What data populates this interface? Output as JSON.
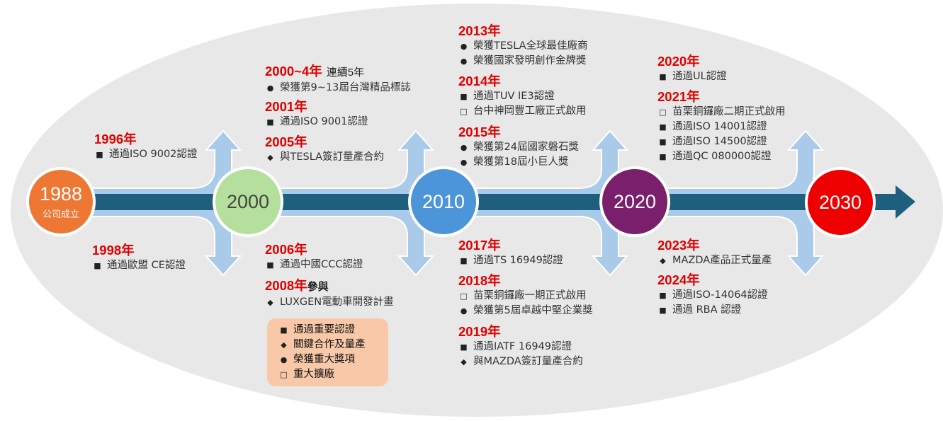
{
  "nodes": [
    {
      "year": "1988",
      "sub": "公司成立"
    },
    {
      "year": "2000"
    },
    {
      "year": "2010"
    },
    {
      "year": "2020"
    },
    {
      "year": "2030"
    }
  ],
  "groups": [
    {
      "year": "1996年",
      "items": [
        {
          "b": "■",
          "t": "通過ISO 9002認證"
        }
      ]
    },
    {
      "year": "1998年",
      "items": [
        {
          "b": "■",
          "t": "通過歐盟 CE認證"
        }
      ]
    },
    {
      "year": "2000~4年",
      "note": "連續5年",
      "items": [
        {
          "b": "●",
          "t": "榮獲第9~13屆台灣精品標誌"
        }
      ]
    },
    {
      "year": "2001年",
      "items": [
        {
          "b": "■",
          "t": "通過ISO 9001認證"
        }
      ]
    },
    {
      "year": "2005年",
      "items": [
        {
          "b": "◆",
          "t": "與TESLA簽訂量產合約"
        }
      ]
    },
    {
      "year": "2006年",
      "items": [
        {
          "b": "■",
          "t": "通過中國CCC認證"
        }
      ]
    },
    {
      "year": "2008年",
      "suffix": "參與",
      "items": [
        {
          "b": "◆",
          "t": "LUXGEN電動車開發計畫"
        }
      ]
    },
    {
      "year": "2013年",
      "items": [
        {
          "b": "●",
          "t": "榮獲TESLA全球最佳廠商"
        },
        {
          "b": "●",
          "t": "榮獲國家發明創作金牌獎"
        }
      ]
    },
    {
      "year": "2014年",
      "items": [
        {
          "b": "■",
          "t": "通過TUV IE3認證"
        },
        {
          "b": "□",
          "t": "台中神岡豐工廠正式啟用"
        }
      ]
    },
    {
      "year": "2015年",
      "items": [
        {
          "b": "●",
          "t": "榮獲第24屆國家磐石獎"
        },
        {
          "b": "●",
          "t": "榮獲第18屆小巨人獎"
        }
      ]
    },
    {
      "year": "2017年",
      "items": [
        {
          "b": "■",
          "t": "通過TS 16949認證"
        }
      ]
    },
    {
      "year": "2018年",
      "items": [
        {
          "b": "□",
          "t": "苗栗銅鑼廠一期正式啟用"
        },
        {
          "b": "●",
          "t": "榮獲第5屆卓越中堅企業獎"
        }
      ]
    },
    {
      "year": "2019年",
      "items": [
        {
          "b": "■",
          "t": "通過IATF 16949認證"
        },
        {
          "b": "◆",
          "t": "與MAZDA簽訂量產合約"
        }
      ]
    },
    {
      "year": "2020年",
      "items": [
        {
          "b": "■",
          "t": "通過UL認證"
        }
      ]
    },
    {
      "year": "2021年",
      "items": [
        {
          "b": "□",
          "t": "苗栗銅鑼廠二期正式啟用"
        },
        {
          "b": "■",
          "t": "通過ISO 14001認證"
        },
        {
          "b": "■",
          "t": "通過ISO 14500認證"
        },
        {
          "b": "■",
          "t": "通過QC 080000認證"
        }
      ]
    },
    {
      "year": "2023年",
      "items": [
        {
          "b": "◆",
          "t": "MAZDA產品正式量產"
        }
      ]
    },
    {
      "year": "2024年",
      "items": [
        {
          "b": "■",
          "t": "通過ISO-14064認證"
        },
        {
          "b": "■",
          "t": "通過 RBA 認證"
        }
      ]
    }
  ],
  "legend": [
    {
      "b": "■",
      "t": "通過重要認證"
    },
    {
      "b": "◆",
      "t": "關鍵合作及量產"
    },
    {
      "b": "●",
      "t": "榮獲重大獎項"
    },
    {
      "b": "□",
      "t": "重大擴廠"
    }
  ],
  "colors": {
    "ellipse": "#e8e8e8",
    "timeline": "#1f5f7e",
    "arrows": "#a9cbe9",
    "node_1988": "#ee7733",
    "node_2000": "#b5df9c",
    "node_2010": "#4d95d9",
    "node_2020": "#7a1f6c",
    "node_2030": "#ee0000",
    "year_label": "#e00000",
    "legend_bg": "#f9c8a8"
  }
}
